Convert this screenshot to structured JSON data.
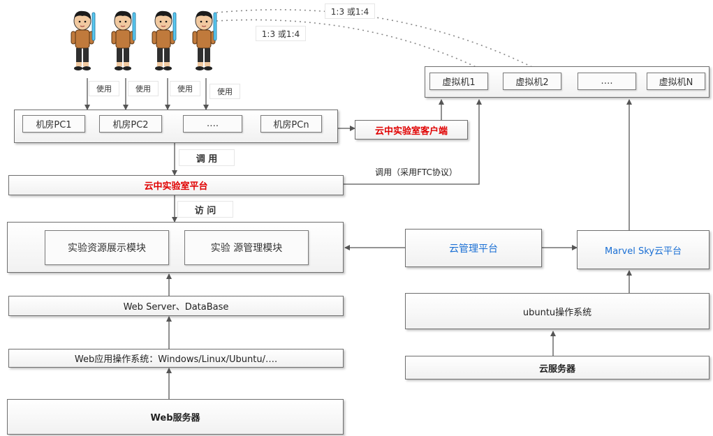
{
  "users": {
    "use_labels": [
      "使用",
      "使用",
      "使用",
      "使用"
    ]
  },
  "ratio_labels": [
    "1:3 或1:4",
    "1:3 或1:4"
  ],
  "pc_row": {
    "items": [
      "机房PC1",
      "机房PC2",
      "….",
      "机房PCn"
    ]
  },
  "cloud_client": "云中实验室客户端",
  "vm_row": {
    "items": [
      "虚拟机1",
      "虚拟机2",
      "….",
      "虚拟机N"
    ]
  },
  "call_label": "调  用",
  "call_ftc_label": "调用（采用FTC协议）",
  "cloud_lab_platform": "云中实验室平台",
  "access_label": "访  问",
  "modules": {
    "display": "实验资源展示模块",
    "manage": "实验 源管理模块"
  },
  "cloud_mgmt": "云管理平台",
  "marvel_sky": "Marvel Sky云平台",
  "web_server_db": "Web Server、DataBase",
  "ubuntu_os": "ubuntu操作系统",
  "web_os": "Web应用操作系统：Windows/Linux/Ubuntu/….",
  "cloud_server": "云服务器",
  "web_server": "Web服务器",
  "colors": {
    "accent_red": "#e00000",
    "accent_blue": "#1a6fd4",
    "border": "#6f6f6f"
  }
}
